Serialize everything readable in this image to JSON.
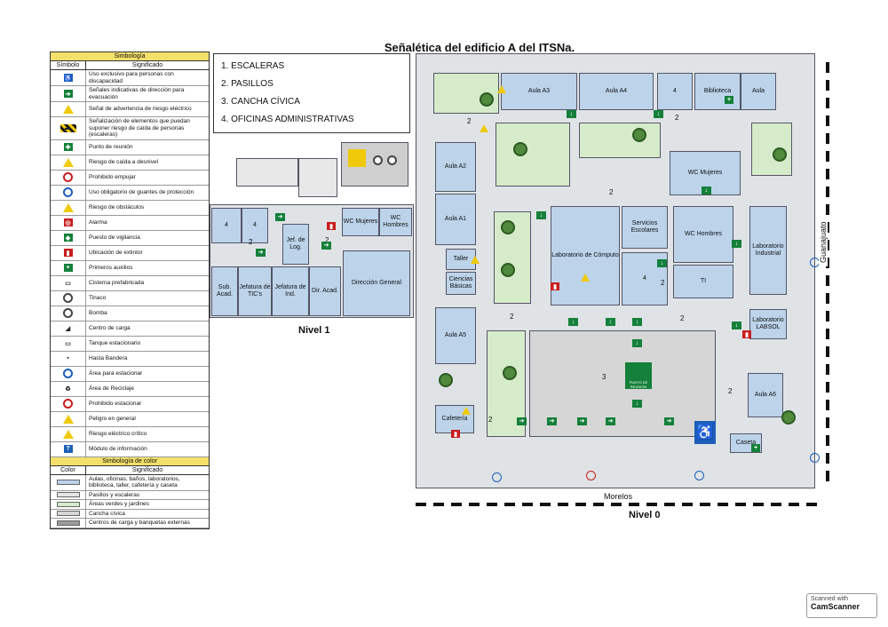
{
  "title": "Señalética del edificio A del ITSNa.",
  "legend": {
    "header": "Simbología",
    "col_symbol": "Símbolo",
    "col_meaning": "Significado",
    "items": [
      {
        "icon": "accessibility-icon",
        "text": "Uso exclusivo para personas con discapacidad"
      },
      {
        "icon": "exit-arrow-icon",
        "text": "Señales indicativas de dirección para evacuación"
      },
      {
        "icon": "electric-warning-icon",
        "text": "Señal de advertencia de riesgo eléctrico"
      },
      {
        "icon": "hazard-stripes-icon",
        "text": "Señalización de elementos que puedan suponer riesgo de caída de personas (escaleras)"
      },
      {
        "icon": "meeting-point-icon",
        "text": "Punto de reunión"
      },
      {
        "icon": "fall-risk-icon",
        "text": "Riesgo de caída a desnivel"
      },
      {
        "icon": "no-pushing-icon",
        "text": "Prohibido empujar"
      },
      {
        "icon": "gloves-required-icon",
        "text": "Uso obligatorio de guantes de protección"
      },
      {
        "icon": "obstacle-risk-icon",
        "text": "Riesgo de obstáculos"
      },
      {
        "icon": "alarm-icon",
        "text": "Alarma"
      },
      {
        "icon": "guard-post-icon",
        "text": "Puesto de vigilancia"
      },
      {
        "icon": "extinguisher-icon",
        "text": "Ubicación de extintor"
      },
      {
        "icon": "first-aid-icon",
        "text": "Primeros auxilios"
      },
      {
        "icon": "cistern-icon",
        "text": "Cisterna prefabricada"
      },
      {
        "icon": "water-tank-icon",
        "text": "Tinaco"
      },
      {
        "icon": "pump-icon",
        "text": "Bomba"
      },
      {
        "icon": "load-center-icon",
        "text": "Centro de carga"
      },
      {
        "icon": "stationary-tank-icon",
        "text": "Tanque estacionario"
      },
      {
        "icon": "flagpole-icon",
        "text": "Hasta Bandera"
      },
      {
        "icon": "parking-icon",
        "text": "Área para estacionar"
      },
      {
        "icon": "recycle-icon",
        "text": "Área de Reciclaje"
      },
      {
        "icon": "no-parking-icon",
        "text": "Prohibido estacionar"
      },
      {
        "icon": "general-danger-icon",
        "text": "Peligro en general"
      },
      {
        "icon": "critical-electric-icon",
        "text": "Riesgo eléctrico crítico"
      },
      {
        "icon": "info-module-icon",
        "text": "Módulo de información"
      }
    ],
    "color_header": "Simbología de color",
    "color_col_color": "Color",
    "color_col_meaning": "Significado",
    "colors": [
      {
        "swatch": "#bcd3ea",
        "text": "Aulas, oficinas, baños, laboratorios, biblioteca, taller, cafetería y caseta"
      },
      {
        "swatch": "#e6e6e6",
        "text": "Pasillos y escaleras"
      },
      {
        "swatch": "#d6ebc9",
        "text": "Áreas verdes y jardines"
      },
      {
        "swatch": "#d6d6d6",
        "text": "Cancha cívica"
      },
      {
        "swatch": "#9a9a9a",
        "text": "Centros de carga y banquetas externas"
      }
    ]
  },
  "zones": [
    "1. ESCALERAS",
    "2. PASILLOS",
    "3. CANCHA CÍVICA",
    "4. OFICINAS ADMINISTRATIVAS"
  ],
  "nivel1": {
    "label": "Nivel 1",
    "rooms": {
      "wc_mujeres": "WC Mujeres",
      "wc_hombres": "WC Hombres",
      "jef_log": "Jef. de Log.",
      "direccion": "Dirección General",
      "sub_acad": "Sub. Acad.",
      "jef_tics": "Jefatura de TIC's",
      "jef_ind": "Jefatura de Ind.",
      "dir_acad": "Dir. Acad."
    }
  },
  "nivel0": {
    "label": "Nivel 0",
    "street_bottom": "Morelos",
    "street_right": "Guanajuato",
    "rooms": {
      "aula_a3": "Aula A3",
      "aula_a4": "Aula A4",
      "biblioteca": "Biblioteca",
      "aula": "Aula",
      "aula_a2": "Aula A2",
      "aula_a1": "Aula A1",
      "wc_mujeres": "WC Mujeres",
      "lab_computo": "Laboratorio de Cómputo",
      "serv_escolares": "Servicios Escolares",
      "wc_hombres": "WC Hombres",
      "lab_industrial": "Laboratorio Industrial",
      "taller": "Taller",
      "ciencias": "Ciencias Básicas",
      "ti": "TI",
      "aula_a5": "Aula A5",
      "lab_labsol": "Laboratorio LABSOL",
      "aula_a6": "Aula A6",
      "cafeteria": "Cafetería",
      "caseta": "Caseta",
      "punto_reunion": "PUNTO DE REUNIÓN"
    }
  },
  "scanner": {
    "line1": "Scanned with",
    "line2": "CamScanner"
  }
}
